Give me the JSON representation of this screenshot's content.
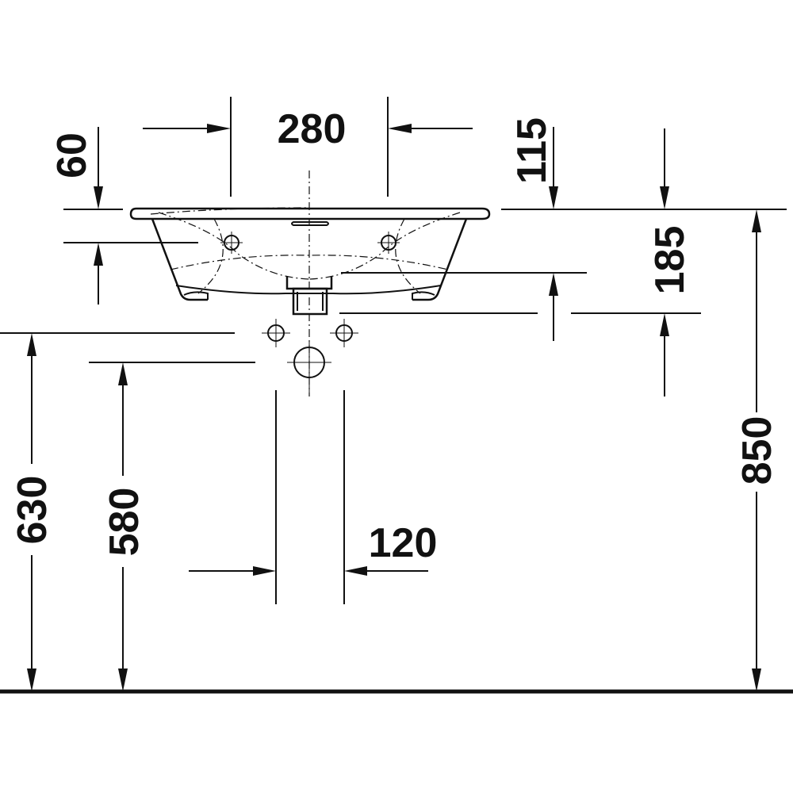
{
  "dimensions": {
    "d280": "280",
    "d60": "60",
    "d115": "115",
    "d185": "185",
    "d850": "850",
    "d630": "630",
    "d580": "580",
    "d120": "120"
  },
  "colors": {
    "line": "#111111",
    "background": "#ffffff"
  }
}
